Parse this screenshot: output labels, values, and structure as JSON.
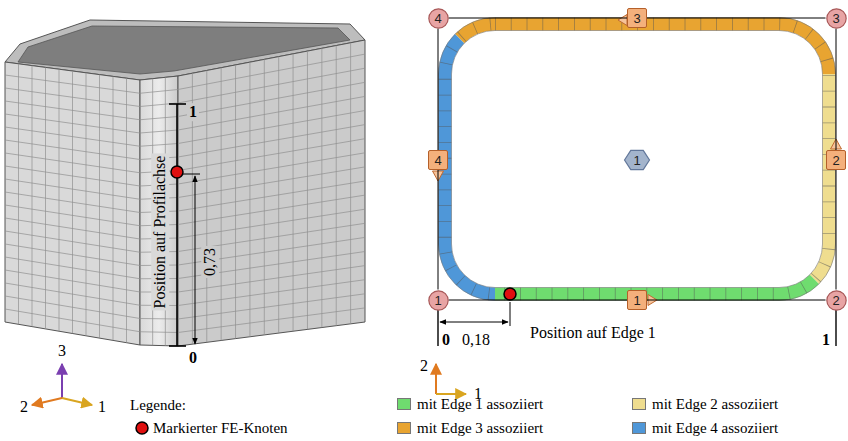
{
  "diagram": {
    "nodes": [
      {
        "text": [
          "4"
        ]
      },
      {
        "text": [
          "3"
        ]
      },
      {
        "text": [
          "3"
        ]
      },
      {
        "text": [
          "4"
        ]
      },
      {
        "text": [
          "1"
        ]
      },
      {
        "text": [
          "2"
        ]
      },
      {
        "text": [
          "1"
        ]
      },
      {
        "text": [
          "1"
        ]
      },
      {
        "text": [
          "2"
        ]
      }
    ],
    "edges": [
      {
        "from": 6,
        "to": 8,
        "arrow": "none"
      },
      {
        "from": 8,
        "to": 2,
        "arrow": "none"
      },
      {
        "from": 2,
        "to": 0,
        "arrow": "none"
      },
      {
        "from": 0,
        "to": 6,
        "arrow": "none"
      }
    ],
    "labels": [
      "1",
      "0,73",
      "Position auf Profilachse",
      "0",
      "0",
      "0,18",
      "Position auf Edge 1",
      "1",
      "3",
      "2",
      "1",
      "2",
      "1",
      "Legende:"
    ],
    "legend": [
      {
        "text": "Markierter FE-Knoten"
      },
      {
        "text": "mit Edge 1 assoziiert",
        "color": "#6fdc6f"
      },
      {
        "text": "mit Edge 2 assoziiert",
        "color": "#efdd8f"
      },
      {
        "text": "mit Edge 3 assoziiert",
        "color": "#e8a431"
      },
      {
        "text": "mit Edge 4 assoziiert",
        "color": "#4f97d8"
      }
    ]
  }
}
